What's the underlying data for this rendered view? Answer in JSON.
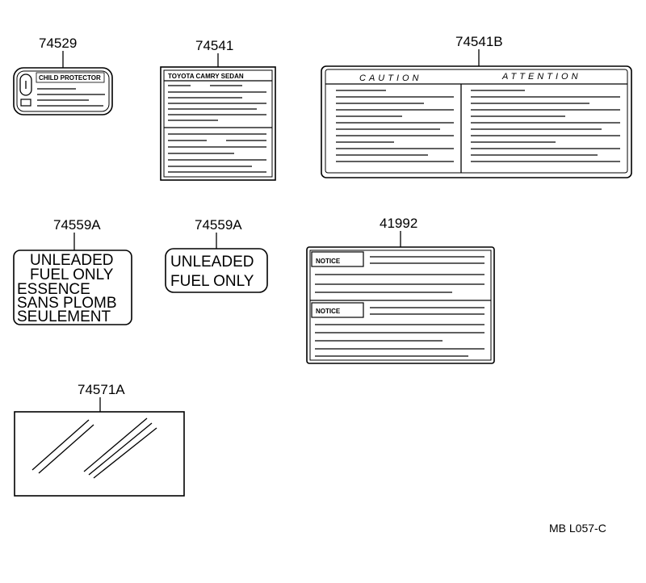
{
  "parts": {
    "p74529": {
      "number": "74529",
      "header": "CHILD PROTECTOR"
    },
    "p74541": {
      "number": "74541",
      "header": "TOYOTA  CAMRY  SEDAN"
    },
    "p74541b": {
      "number": "74541B",
      "header_left": "CAUTION",
      "header_right": "ATTENTION"
    },
    "p74559a_1": {
      "number": "74559A",
      "lines": [
        "UNLEADED",
        "FUEL ONLY",
        "ESSENCE",
        "SANS PLOMB",
        "SEULEMENT"
      ]
    },
    "p74559a_2": {
      "number": "74559A",
      "lines": [
        "UNLEADED",
        "FUEL ONLY"
      ]
    },
    "p41992": {
      "number": "41992",
      "notice_top": "NOTICE",
      "notice_bottom": "NOTICE"
    },
    "p74571a": {
      "number": "74571A"
    }
  },
  "diagram_code": "MB  L057-C"
}
